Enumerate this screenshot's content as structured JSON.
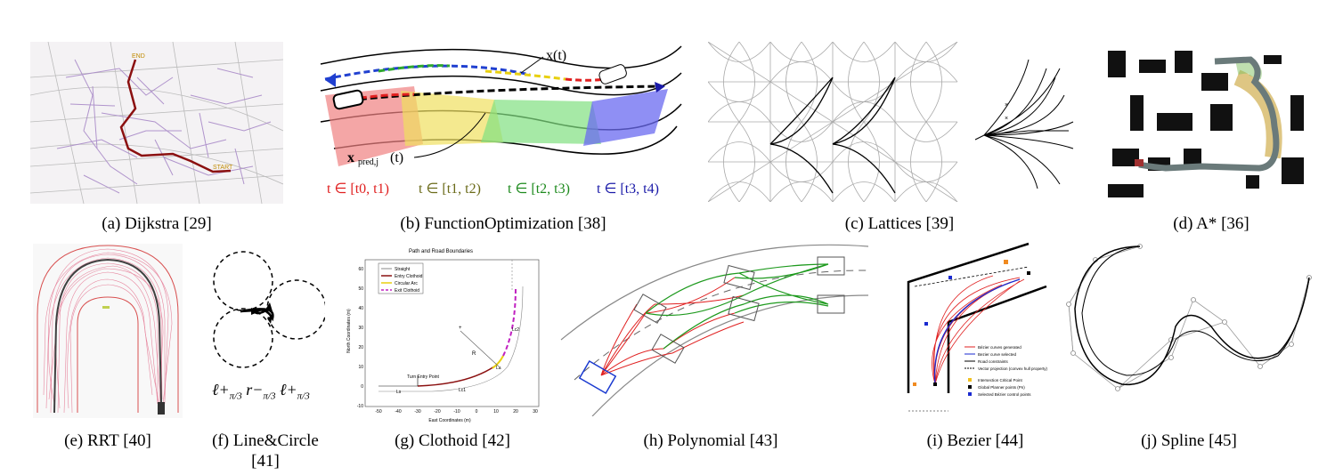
{
  "panels": [
    {
      "id": "a",
      "caption": "(a) Dijkstra [29]",
      "labels": {
        "end": "END",
        "start": "START"
      }
    },
    {
      "id": "b",
      "caption": "(b) FunctionOptimization [38]",
      "labels": {
        "x": "x(t)",
        "xpred": "x",
        "xpred_sub": "pred,j",
        "xpred_arg": "(t)",
        "intervals": [
          "t ∈ [t0, t1)",
          "t ∈ [t1, t2)",
          "t ∈ [t2, t3)",
          "t ∈ [t3, t4)"
        ]
      },
      "colors": {
        "red": "#e02020",
        "olive": "#6b6b1a",
        "green": "#1e8a1e",
        "blue": "#1a1aa8"
      }
    },
    {
      "id": "c",
      "caption": "(c) Lattices [39]"
    },
    {
      "id": "d",
      "caption": "(d) A* [36]"
    },
    {
      "id": "e",
      "caption": "(e) RRT [40]"
    },
    {
      "id": "f",
      "caption_line1": "(f) Line&Circle",
      "caption_line2": "[41]",
      "formula": [
        "ℓ+",
        "π/3",
        "r−",
        "π/3",
        "ℓ+",
        "π/3"
      ]
    },
    {
      "id": "g",
      "caption": "(g) Clothoid [42]",
      "title": "Path and Road Boundaries",
      "ylabel": "North Coordinates (m)",
      "xlabel": "East Coordinates (m)",
      "legend": [
        "Straight",
        "Entry Clothoid",
        "Circular Arc",
        "Exit Clothoid"
      ],
      "xticks": [
        "-50",
        "-40",
        "-30",
        "-20",
        "-10",
        "0",
        "10",
        "20",
        "30"
      ],
      "yticks": [
        "60",
        "50",
        "40",
        "30",
        "20",
        "10",
        "0",
        "-10"
      ],
      "annotations": {
        "turn_entry": "Turn Entry Point",
        "ls": "Ls",
        "lc1": "Lc1",
        "lc2": "Lc2",
        "r": "R",
        "la": "La"
      }
    },
    {
      "id": "h",
      "caption": "(h) Polynomial [43]"
    },
    {
      "id": "i",
      "caption": "(i) Bezier [44]",
      "legend": [
        "Bézier curves generated",
        "Bezier curve selected",
        "Road constraints",
        "Vector projection (convex hull property)",
        "Intersection Critical Point",
        "Global Planner points (Pn)",
        "Selected Bézier control points"
      ]
    },
    {
      "id": "j",
      "caption": "(j) Spline [45]"
    }
  ]
}
